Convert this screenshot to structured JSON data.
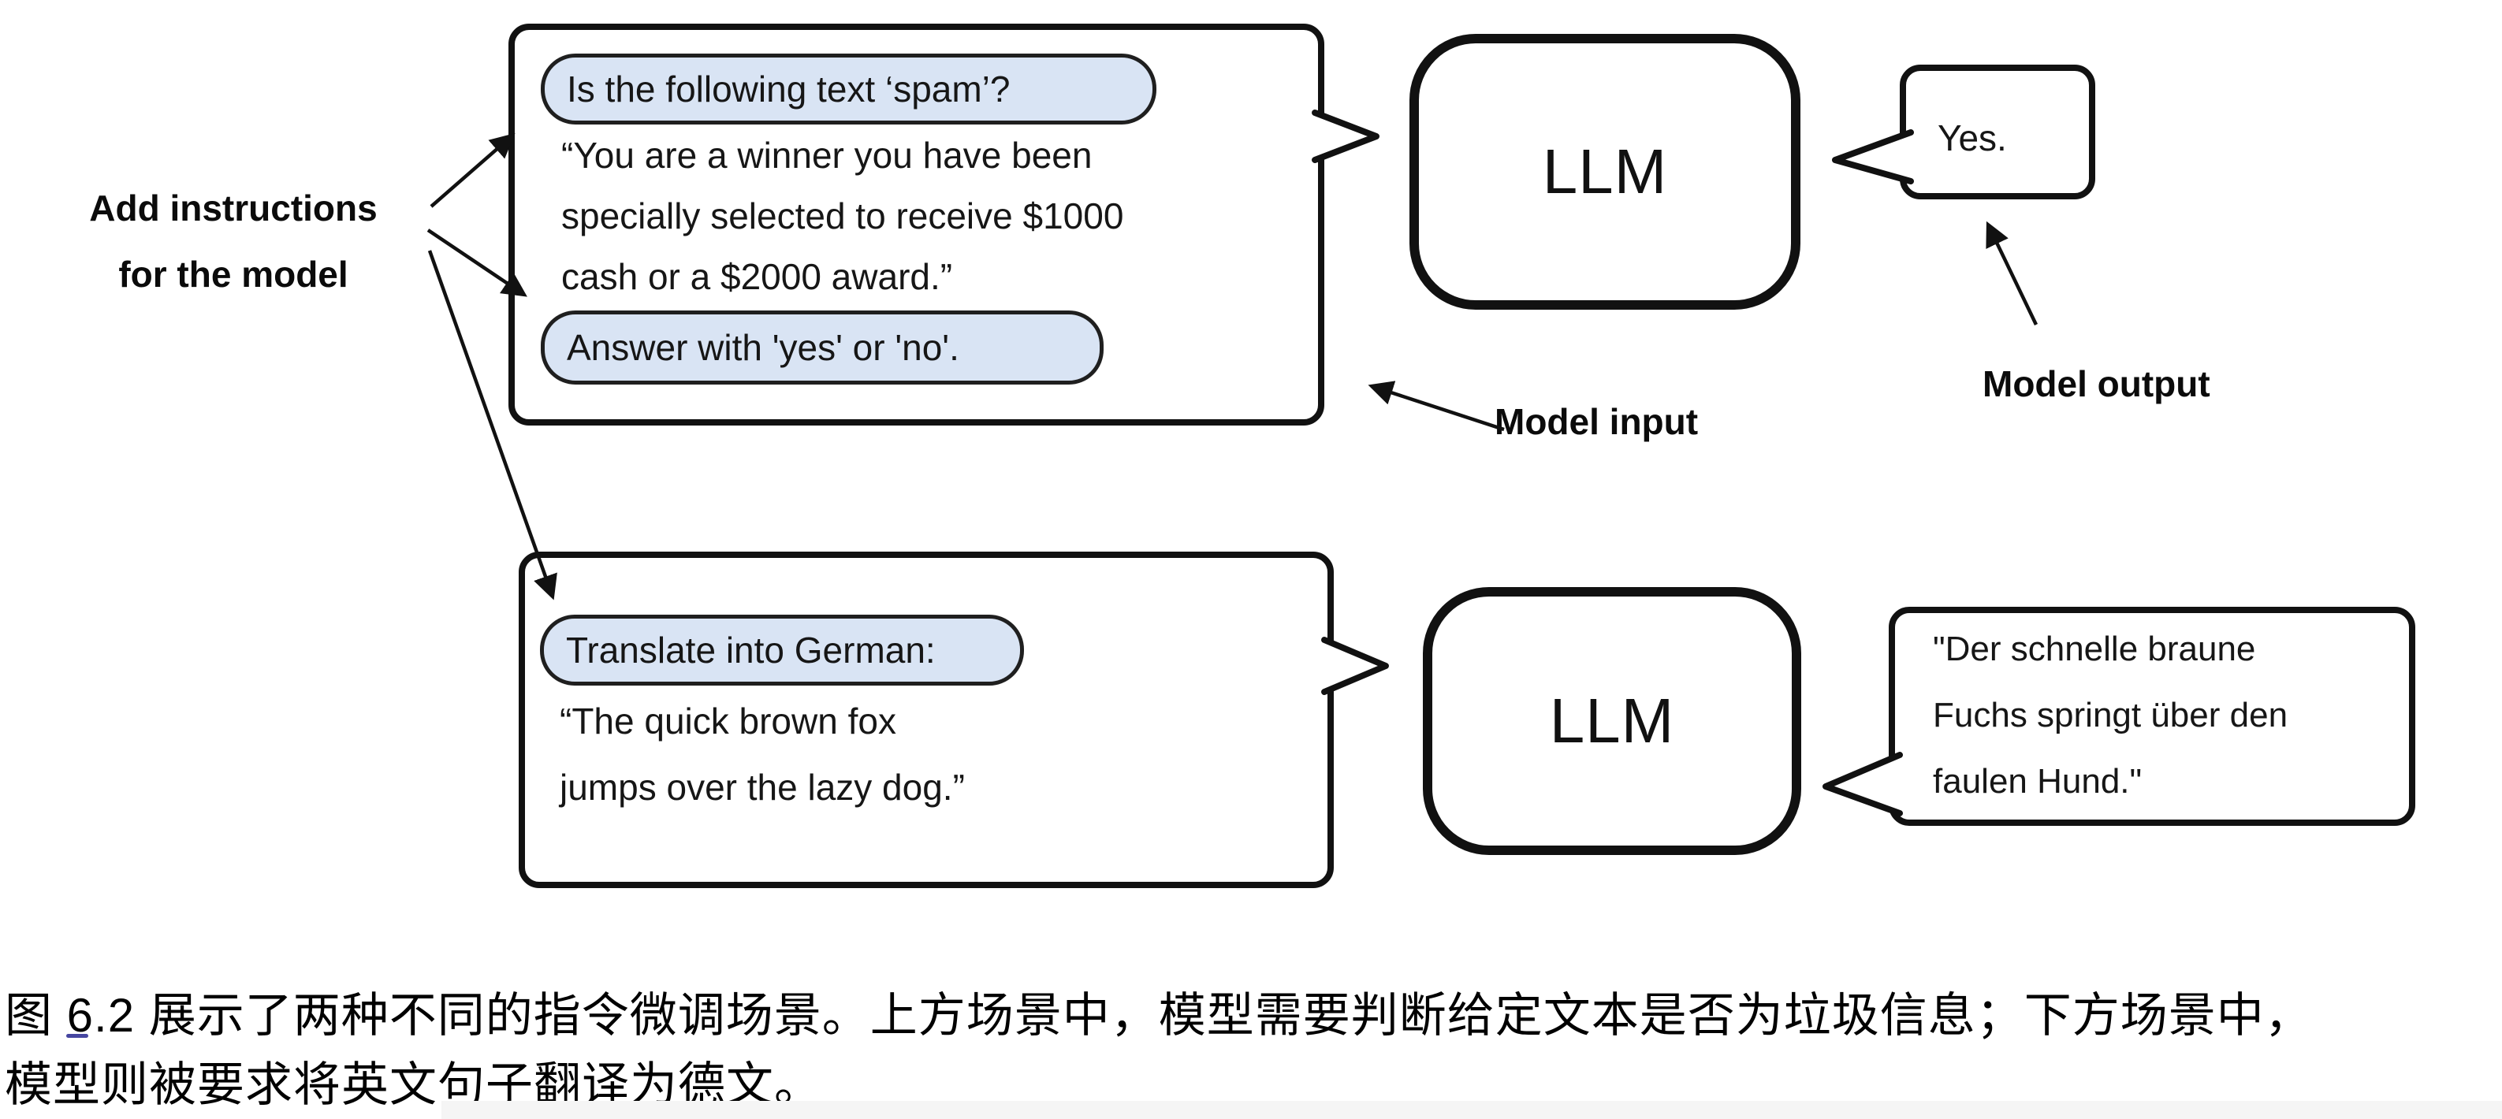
{
  "figure": {
    "top_scenario": {
      "input": {
        "instruction_1": "Is the following text ‘spam’?",
        "body_lines": [
          "“You are a winner you have been",
          "specially selected to receive $1000",
          "cash or a $2000 award.”"
        ],
        "instruction_2": "Answer with 'yes' or 'no'."
      },
      "model_label": "LLM",
      "output": "Yes."
    },
    "bottom_scenario": {
      "input": {
        "instruction": "Translate into German:",
        "body_lines": [
          "“The quick brown fox",
          "jumps over the lazy dog.”"
        ]
      },
      "model_label": "LLM",
      "output_lines": [
        "\"Der schnelle braune",
        "Fuchs springt über den",
        "faulen Hund.\""
      ]
    },
    "annotations": {
      "add_instructions_line1": "Add instructions",
      "add_instructions_line2": "for the model",
      "model_input": "Model input",
      "model_output": "Model output"
    }
  },
  "caption": {
    "line1": "图 6.2 展示了两种不同的指令微调场景。上方场景中，模型需要判断给定文本是否为垃圾信息；下方场景中，",
    "line2": "模型则被要求将英文句子翻译为德文。"
  },
  "colors": {
    "ink": "#111111",
    "pill_fill": "#d9e4f4",
    "pill_border": "#1f1f1f",
    "figure_ref_underline": "#4646a0"
  }
}
